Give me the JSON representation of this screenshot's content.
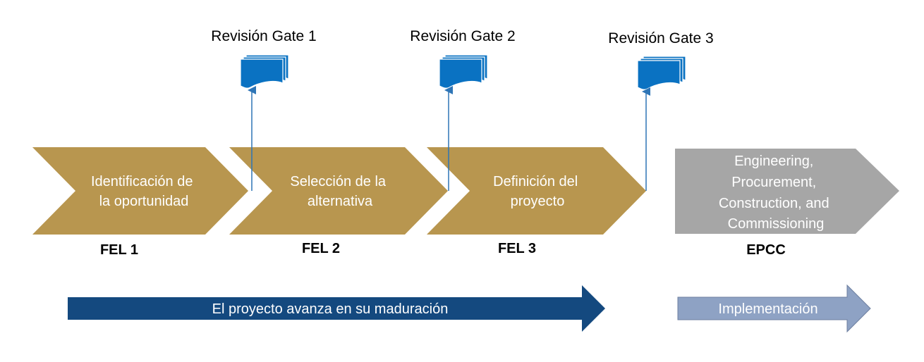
{
  "gates": [
    {
      "label": "Revisión Gate 1"
    },
    {
      "label": "Revisión Gate 2"
    },
    {
      "label": "Revisión Gate 3"
    }
  ],
  "phases": [
    {
      "lines": [
        "Identificación de",
        "la oportunidad"
      ],
      "code": "FEL 1",
      "color": "#b8964f"
    },
    {
      "lines": [
        "Selección de la",
        "alternativa"
      ],
      "code": "FEL 2",
      "color": "#b8964f"
    },
    {
      "lines": [
        "Definición del",
        "proyecto"
      ],
      "code": "FEL 3",
      "color": "#b8964f"
    },
    {
      "lines": [
        "Engineering,",
        "Procurement,",
        "Construction, and",
        "Commissioning"
      ],
      "code": "EPCC",
      "color": "#a6a6a6"
    }
  ],
  "bottom_arrows": [
    {
      "label": "El proyecto avanza en su maduración",
      "color": "#14497f"
    },
    {
      "label": "Implementación",
      "color": "#8ea2c4"
    }
  ],
  "colors": {
    "document_icon": "#0a72c2",
    "connector": "#2e75b6"
  }
}
